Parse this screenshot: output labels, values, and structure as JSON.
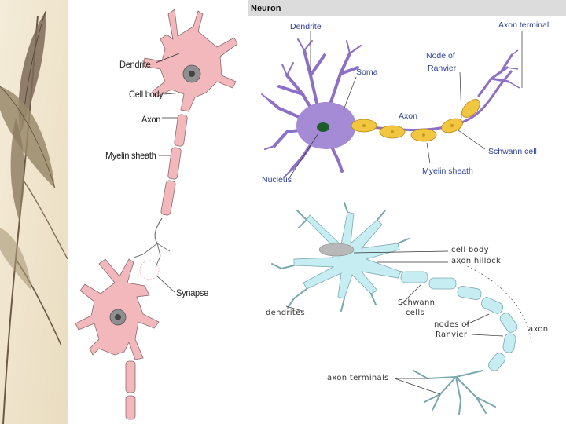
{
  "panel_left": {
    "labels": {
      "dendrite": "Dendrite",
      "cell_body": "Cell body",
      "axon": "Axon",
      "myelin_sheath": "Myelin sheath",
      "synapse": "Synapse"
    }
  },
  "panel_top_right": {
    "title": "Neuron",
    "labels": {
      "dendrite": "Dendrite",
      "axon_terminal": "Axon terminal",
      "node_of": "Node of",
      "ranvier": "Ranvier",
      "soma": "Soma",
      "axon": "Axon",
      "schwann_cell": "Schwann cell",
      "myelin_sheath": "Myelin sheath",
      "nucleus": "Nucleus"
    }
  },
  "panel_bottom_right": {
    "labels": {
      "cell_body": "cell body",
      "axon_hillock": "axon hillock",
      "dendrites": "dendrites",
      "schwann": "Schwann",
      "cells": "cells",
      "nodes_of": "nodes of",
      "ranvier": "Ranvier",
      "axon": "axon",
      "axon_terminals": "axon terminals"
    }
  },
  "colors": {
    "leaf_bg": "#efe6d2",
    "pink_neuron": "#f2b8bc",
    "purple_neuron": "#a58bd6",
    "myelin_yellow": "#f2c640",
    "nucleus_green": "#1f5c2c",
    "cyan_neuron": "#c6eef2",
    "label_blue": "#2a3f9a"
  }
}
